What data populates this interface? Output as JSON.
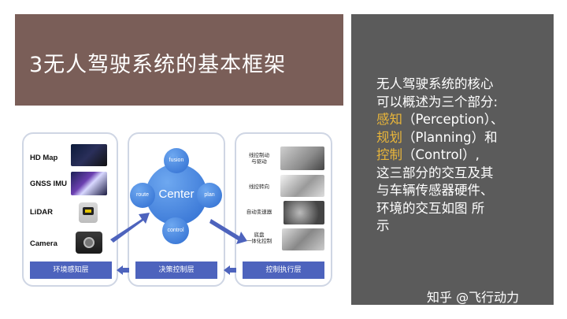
{
  "slide": {
    "title": "3无人驾驶系统的基本框架",
    "description": {
      "line1": "无人驾驶系统的核心",
      "line2": "可以概述为三个部分:",
      "perception_hl": "感知",
      "perception_en": "（Perception）、",
      "planning_hl": "规划",
      "planning_en": "（Planning）和",
      "control_hl": "控制",
      "control_en": "（Control）,",
      "line6": "这三部分的交互及其",
      "line7": "与车辆传感器硬件、",
      "line8": "环境的交互如图 所",
      "line9": "示"
    },
    "watermark": "知乎 @飞行动力",
    "highlight_color": "#e8b53a"
  },
  "diagram": {
    "sensors": [
      "HD Map",
      "GNSS IMU",
      "LiDAR",
      "Camera"
    ],
    "center": "Center",
    "center_nodes": {
      "top": "fusion",
      "left": "route",
      "right": "plan",
      "bottom": "control"
    },
    "actuators": [
      "线控制动\n与驱动",
      "线控转向",
      "自动变速器",
      "底盘\n一体化控制"
    ],
    "footers": {
      "left": "环境感知层",
      "middle": "决策控制层",
      "right": "控制执行层"
    },
    "accent_color": "#4d63bd"
  }
}
